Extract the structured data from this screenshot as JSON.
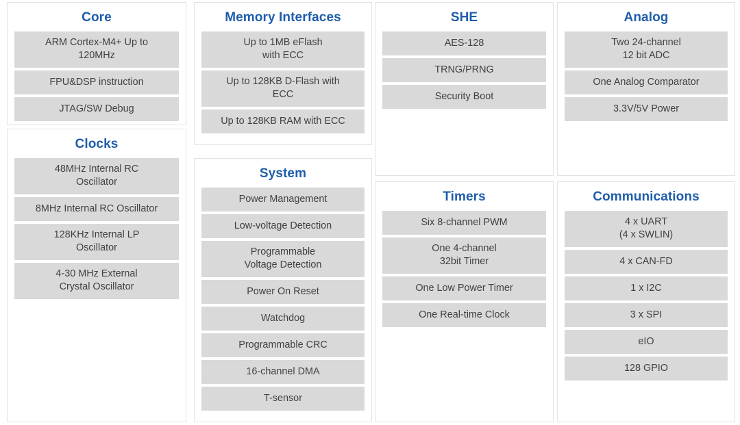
{
  "theme": {
    "page_background": "#ffffff",
    "panel_background": "#ffffff",
    "panel_border": "#e3e3e3",
    "title_color": "#1f5dab",
    "item_background": "#d9d9d9",
    "item_text_color": "#414141"
  },
  "panels": [
    {
      "id": "core",
      "title": "Core",
      "items": [
        {
          "label": "ARM Cortex-M4+ Up to\n120MHz",
          "lines": [
            "ARM Cortex-M4+ Up to",
            "120MHz"
          ]
        },
        {
          "label": "FPU&DSP instruction",
          "lines": [
            "FPU&DSP instruction"
          ]
        },
        {
          "label": "JTAG/SW Debug",
          "lines": [
            "JTAG/SW Debug"
          ]
        }
      ]
    },
    {
      "id": "clocks",
      "title": "Clocks",
      "items": [
        {
          "label": "48MHz Internal RC Oscillator",
          "lines": [
            "48MHz Internal RC",
            "Oscillator"
          ]
        },
        {
          "label": "8MHz Internal RC Oscillator",
          "lines": [
            "8MHz Internal RC Oscillator"
          ]
        },
        {
          "label": "128KHz Internal LP Oscillator",
          "lines": [
            "128KHz Internal LP",
            "Oscillator"
          ]
        },
        {
          "label": "4-30 MHz External Crystal Oscillator",
          "lines": [
            "4-30 MHz External",
            "Crystal Oscillator"
          ]
        }
      ]
    },
    {
      "id": "memory",
      "title": "Memory Interfaces",
      "items": [
        {
          "label": "Up to 1MB eFlash with ECC",
          "lines": [
            "Up to 1MB eFlash",
            "with ECC"
          ]
        },
        {
          "label": "Up to 128KB D-Flash with ECC",
          "lines": [
            "Up to 128KB D-Flash with",
            "ECC"
          ]
        },
        {
          "label": "Up to 128KB RAM with ECC",
          "lines": [
            "Up to 128KB RAM with ECC"
          ]
        }
      ]
    },
    {
      "id": "system",
      "title": "System",
      "items": [
        {
          "label": "Power Management",
          "lines": [
            "Power Management"
          ]
        },
        {
          "label": "Low-voltage Detection",
          "lines": [
            "Low-voltage Detection"
          ]
        },
        {
          "label": "Programmable Voltage Detection",
          "lines": [
            "Programmable",
            "Voltage Detection"
          ]
        },
        {
          "label": "Power On Reset",
          "lines": [
            "Power On Reset"
          ]
        },
        {
          "label": "Watchdog",
          "lines": [
            "Watchdog"
          ]
        },
        {
          "label": "Programmable CRC",
          "lines": [
            "Programmable CRC"
          ]
        },
        {
          "label": "16-channel DMA",
          "lines": [
            "16-channel DMA"
          ]
        },
        {
          "label": "T-sensor",
          "lines": [
            "T-sensor"
          ]
        }
      ]
    },
    {
      "id": "she",
      "title": "SHE",
      "items": [
        {
          "label": "AES-128",
          "lines": [
            "AES-128"
          ]
        },
        {
          "label": "TRNG/PRNG",
          "lines": [
            "TRNG/PRNG"
          ]
        },
        {
          "label": "Security Boot",
          "lines": [
            "Security Boot"
          ]
        }
      ]
    },
    {
      "id": "timers",
      "title": "Timers",
      "items": [
        {
          "label": "Six 8-channel PWM",
          "lines": [
            "Six 8-channel PWM"
          ]
        },
        {
          "label": "One 4-channel 32bit Timer",
          "lines": [
            "One 4-channel",
            "32bit Timer"
          ]
        },
        {
          "label": "One Low Power Timer",
          "lines": [
            "One Low Power Timer"
          ]
        },
        {
          "label": "One Real-time Clock",
          "lines": [
            "One Real-time Clock"
          ]
        }
      ]
    },
    {
      "id": "analog",
      "title": "Analog",
      "items": [
        {
          "label": "Two 24-channel 12 bit ADC",
          "lines": [
            "Two 24-channel",
            "12 bit ADC"
          ]
        },
        {
          "label": "One Analog Comparator",
          "lines": [
            "One Analog Comparator"
          ]
        },
        {
          "label": "3.3V/5V Power",
          "lines": [
            "3.3V/5V Power"
          ]
        }
      ]
    },
    {
      "id": "communications",
      "title": "Communications",
      "items": [
        {
          "label": "4 x UART (4 x SWLIN)",
          "lines": [
            "4 x UART",
            "(4 x SWLIN)"
          ]
        },
        {
          "label": "4 x CAN-FD",
          "lines": [
            "4 x CAN-FD"
          ]
        },
        {
          "label": "1 x I2C",
          "lines": [
            "1 x I2C"
          ]
        },
        {
          "label": "3 x SPI",
          "lines": [
            "3 x SPI"
          ]
        },
        {
          "label": "eIO",
          "lines": [
            "eIO"
          ]
        },
        {
          "label": "128 GPIO",
          "lines": [
            "128 GPIO"
          ]
        }
      ]
    }
  ]
}
